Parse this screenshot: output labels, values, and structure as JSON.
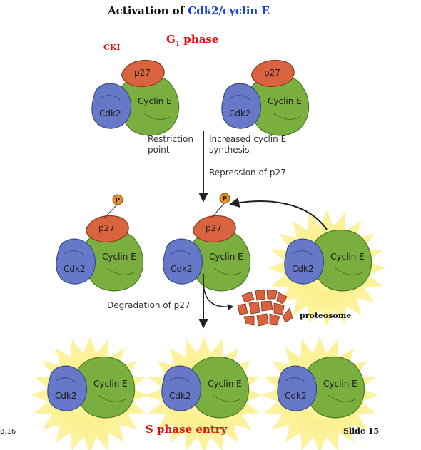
{
  "title": {
    "prefix": "Activation of ",
    "highlight": "Cdk2/cyclin E"
  },
  "g1_phase": {
    "letter": "G",
    "subscript": "1",
    "rest": " phase"
  },
  "cki_label": "CKI",
  "protein_labels": {
    "p27": "p27",
    "cdk2": "Cdk2",
    "cyclin_e": "Cyclin E",
    "phosphate": "P"
  },
  "steps": {
    "restriction_point_line1": "Restriction",
    "restriction_point_line2": "point",
    "increased_cyclin_line1": "Increased cyclin E",
    "increased_cyclin_line2": "synthesis",
    "repression": "Repression of p27",
    "degradation": "Degradation of p27"
  },
  "proteosome_label": "proteosome",
  "s_phase_entry": "S phase entry",
  "figure_number": "8.16",
  "slide_number": "Slide 15",
  "colors": {
    "title_highlight": "#1a3fd6",
    "red_label": "#e01010",
    "cdk2_fill": "#6878c8",
    "cyclin_fill": "#7aae3e",
    "p27_fill": "#d8633e",
    "phosphate_fill": "#e89028",
    "glow_yellow": "#fbf08c"
  }
}
